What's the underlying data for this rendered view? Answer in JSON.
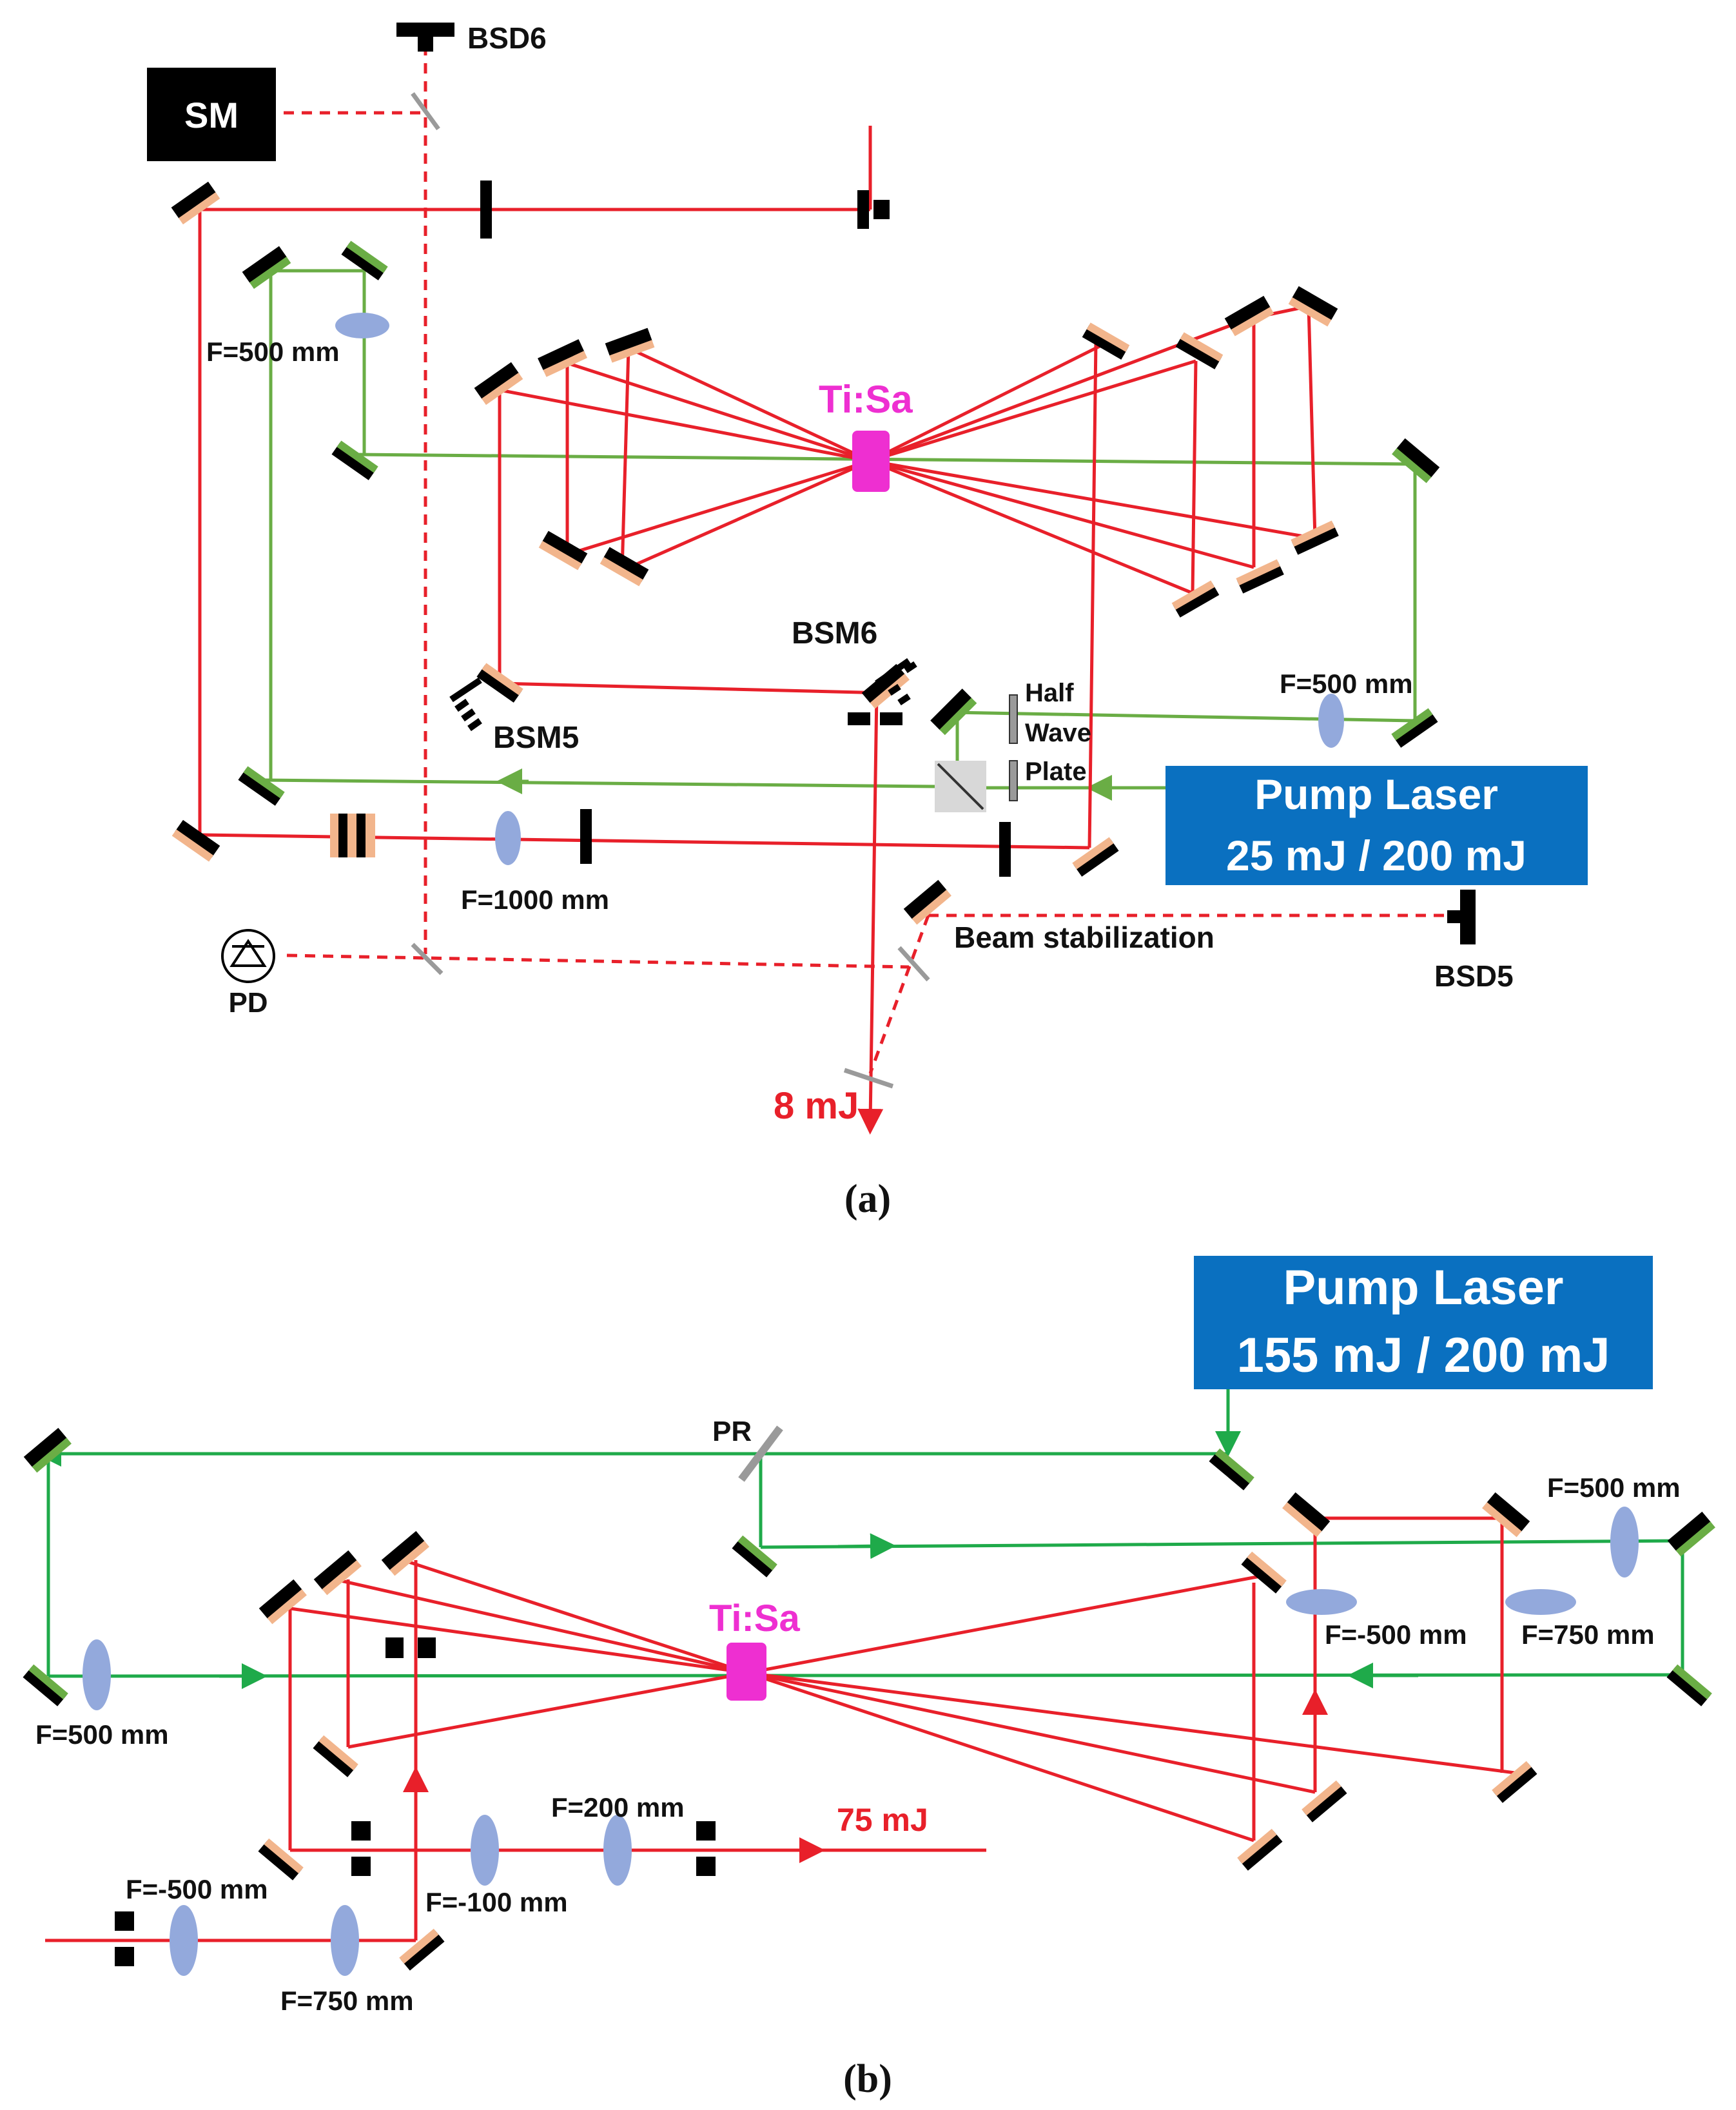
{
  "colors": {
    "ir_beam": "#e8202a",
    "pump_beam": "#6aad45",
    "pump_beam_b": "#1faa4a",
    "mirror_ir": "#f2b58c",
    "mirror_pump": "#6aad45",
    "mount": "#111111",
    "lens": "#93a9dc",
    "crystal": "#ee2fd1",
    "pump_box": "#0a70c0",
    "splitter": "#9a9a9a"
  },
  "icons": {
    "mirror": "mirror-icon",
    "lens": "lens-icon",
    "beam_dump": "beam-dump-icon",
    "iris": "iris-icon",
    "photodiode": "photodiode-icon",
    "beam_splitter": "beam-splitter-icon",
    "crystal": "crystal-icon"
  },
  "panel_a": {
    "caption": "(a)",
    "sm_label": "SM",
    "bsd6_label": "BSD6",
    "bsd5_label": "BSD5",
    "bsm5_label": "BSM5",
    "bsm6_label": "BSM6",
    "tisa_label": "Ti:Sa",
    "pd_label": "PD",
    "lens_f500_left": "F=500 mm",
    "lens_f500_right": "F=500 mm",
    "lens_f1000": "F=1000 mm",
    "half_wave_plate": [
      "Half",
      "Wave",
      "Plate"
    ],
    "pump_laser_title": "Pump Laser",
    "pump_laser_energy": "25 mJ / 200 mJ",
    "beam_stabilization": "Beam stabilization",
    "output_energy": "8 mJ"
  },
  "panel_b": {
    "caption": "(b)",
    "pump_laser_title": "Pump Laser",
    "pump_laser_energy": "155 mJ / 200 mJ",
    "pr_label": "PR",
    "tisa_label": "Ti:Sa",
    "lens_f500_left": "F=500 mm",
    "lens_f500_right": "F=500 mm",
    "lens_fm500_right": "F=-500 mm",
    "lens_f750_right": "F=750 mm",
    "lens_f200": "F=200 mm",
    "lens_fm100": "F=-100 mm",
    "lens_fm500_left": "F=-500 mm",
    "lens_f750_left": "F=750 mm",
    "output_energy": "75 mJ"
  }
}
